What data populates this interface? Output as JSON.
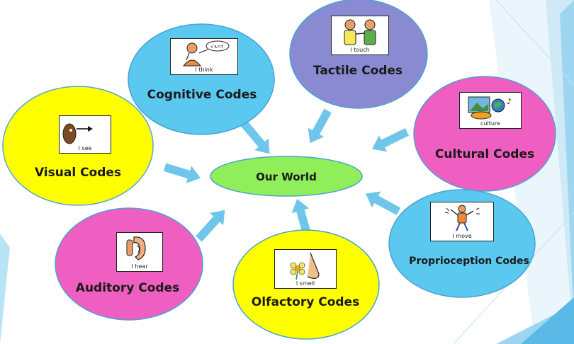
{
  "center": {
    "label": "Our World"
  },
  "nodes": [
    {
      "id": "visual",
      "label": "Visual Codes",
      "caption": "I see",
      "icon": "eye-face-icon"
    },
    {
      "id": "cognitive",
      "label": "Cognitive Codes",
      "caption": "I think",
      "icon": "thinking-person-icon"
    },
    {
      "id": "tactile",
      "label": "Tactile Codes",
      "caption": "I touch",
      "icon": "two-people-touch-icon"
    },
    {
      "id": "cultural",
      "label": "Cultural Codes",
      "caption": "culture",
      "icon": "culture-globe-icon"
    },
    {
      "id": "proprioception",
      "label": "Proprioception Codes",
      "caption": "I move",
      "icon": "moving-person-icon"
    },
    {
      "id": "olfactory",
      "label": "Olfactory Codes",
      "caption": "I smell",
      "icon": "nose-flower-icon"
    },
    {
      "id": "auditory",
      "label": "Auditory Codes",
      "caption": "I hear",
      "icon": "ear-icon"
    }
  ],
  "colors": {
    "yellow": "#ffff00",
    "cyan": "#5bc8f0",
    "purple": "#8a8ad2",
    "magenta": "#ef5fc1",
    "green": "#90ee5a",
    "arrow": "#6fc6ea",
    "accent": "#5ab9e6"
  }
}
